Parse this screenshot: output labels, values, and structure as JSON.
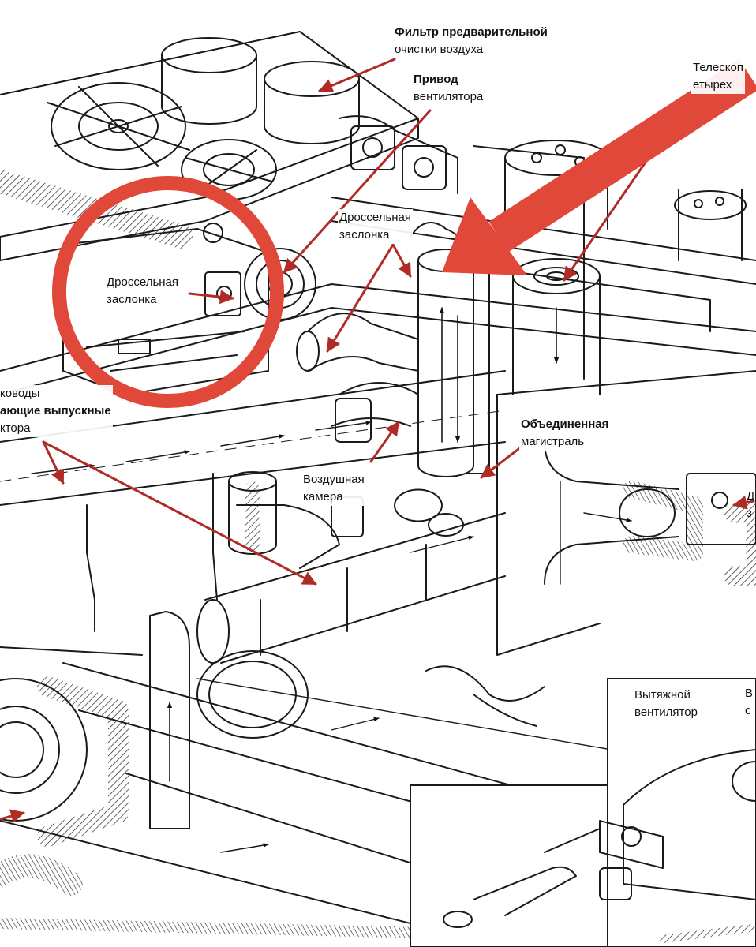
{
  "labels": {
    "prefilter": {
      "line1": "Фильтр предварительной",
      "line2": "очистки воздуха"
    },
    "fan_drive": {
      "line1": "Привод",
      "line2": "вентилятора"
    },
    "telescopic_cut": {
      "line1": "Телескоп",
      "line2": "етырех"
    },
    "throttle_left": {
      "line1": "Дроссельная",
      "line2": "заслонка"
    },
    "throttle_center": {
      "line1": "Дроссельная",
      "line2": "заслонка"
    },
    "ducts_cut": {
      "line1": "ководы",
      "line2": "ающие выпускные",
      "line3": "ктора"
    },
    "merged_manifold": {
      "line1": "Объединенная",
      "line2": "магистраль"
    },
    "air_chamber": {
      "line1": "Воздушная",
      "line2": "камера"
    },
    "exhaust_fan": {
      "line1": "Вытяжной",
      "line2": "вентилятор"
    },
    "right_edge_cut": {
      "line1": "В",
      "line2": "с"
    },
    "right_mid_cut": {
      "line1": "Д",
      "line2": "з"
    }
  },
  "annotation_colors": {
    "highlight_red": "#e0483a",
    "arrow_dark_red": "#b02a26",
    "line_art": "#1a1a1a"
  }
}
